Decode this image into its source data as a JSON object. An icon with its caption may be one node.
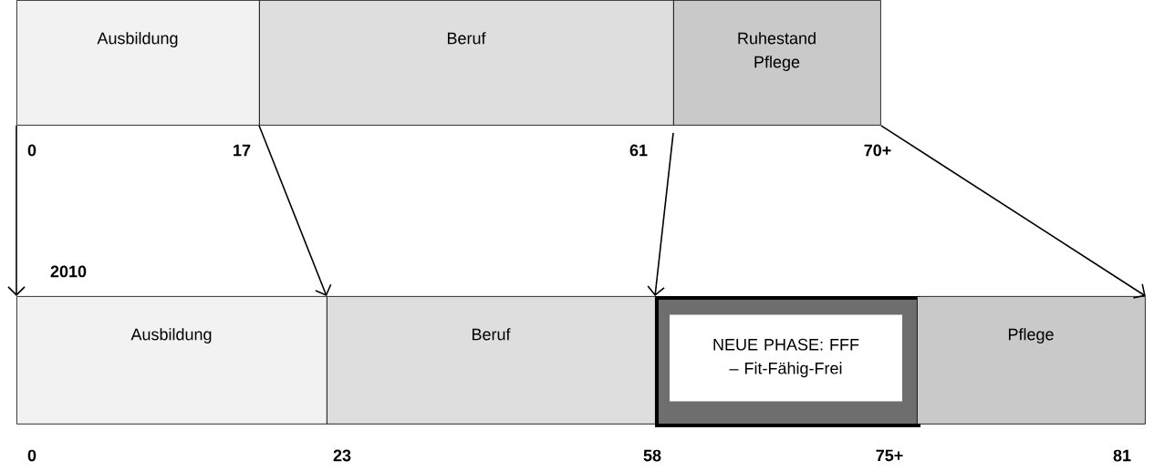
{
  "diagram": {
    "nodes": [
      {
        "text": [
          "Ausbildung"
        ]
      },
      {
        "text": [
          "Beruf"
        ]
      },
      {
        "text": [
          "Ruhestand Pflege"
        ]
      },
      {
        "text": [
          "Ausbildung"
        ]
      },
      {
        "text": [
          "Beruf"
        ]
      },
      {
        "text": [
          "NEUE PHASE: FFF – Fit-Fähig-Frei"
        ]
      },
      {
        "text": [
          "Pflege"
        ]
      }
    ],
    "edges": [
      {
        "from": 0,
        "to": 3,
        "arrow": "to"
      },
      {
        "from": 1,
        "to": 4,
        "arrow": "to"
      },
      {
        "from": 2,
        "to": 5,
        "arrow": "to"
      },
      {
        "from": 2,
        "to": 6,
        "arrow": "to"
      }
    ],
    "labels": [
      "0",
      "17",
      "61",
      "70+",
      "2010",
      "0",
      "23",
      "58",
      "75+",
      "81"
    ]
  }
}
